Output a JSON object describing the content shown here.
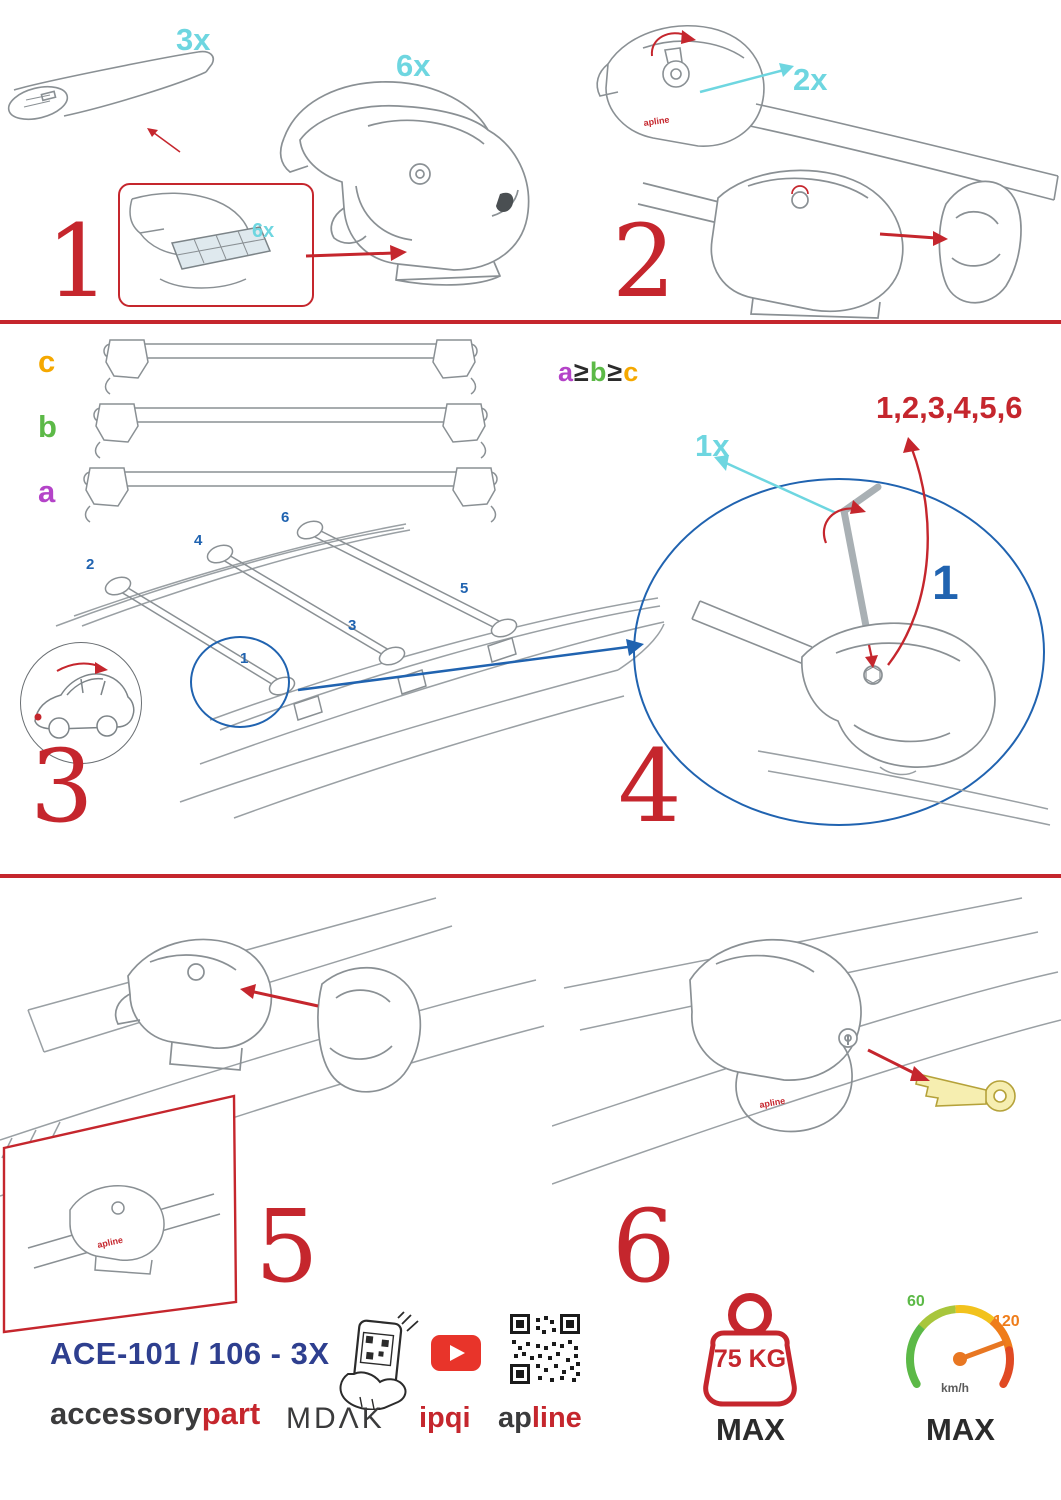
{
  "colors": {
    "red": "#c5262d",
    "cyan": "#6ed6e0",
    "blue": "#2063b0",
    "navy": "#2e3f8f",
    "green": "#5cb947",
    "orange": "#f5a800",
    "purple": "#b443c8",
    "dark": "#2b2b2b"
  },
  "step1": {
    "number": "1",
    "bar_qty": "3x",
    "foot_qty": "6x",
    "pad_qty": "6x"
  },
  "step2": {
    "number": "2",
    "key_qty": "2x"
  },
  "step3": {
    "number": "3",
    "bar_label_c": "c",
    "bar_label_b": "b",
    "bar_label_a": "a",
    "compare": {
      "a": "a",
      "ge1": "≥",
      "b": "b",
      "ge2": "≥",
      "c": "c"
    },
    "positions": [
      "1",
      "2",
      "3",
      "4",
      "5",
      "6"
    ]
  },
  "step4": {
    "number": "4",
    "tool_qty": "1x",
    "tighten_sequence": "1,2,3,4,5,6",
    "first_position": "1"
  },
  "step5": {
    "number": "5"
  },
  "step6": {
    "number": "6"
  },
  "product": {
    "brand_ap": "ap",
    "brand_line": "line",
    "brand_full": "apline"
  },
  "footer": {
    "model": "ACE-101 / 106 - 3X",
    "brand_accessory": "accessory",
    "brand_part": "part",
    "brand_mdak": "MDΛK",
    "brand_ipqi": "ipqi",
    "weight_value": "75 KG",
    "weight_max_label": "MAX",
    "speed_min_label": "60",
    "speed_max_value": "120",
    "speed_unit": "km/h",
    "speed_max_label": "MAX"
  }
}
